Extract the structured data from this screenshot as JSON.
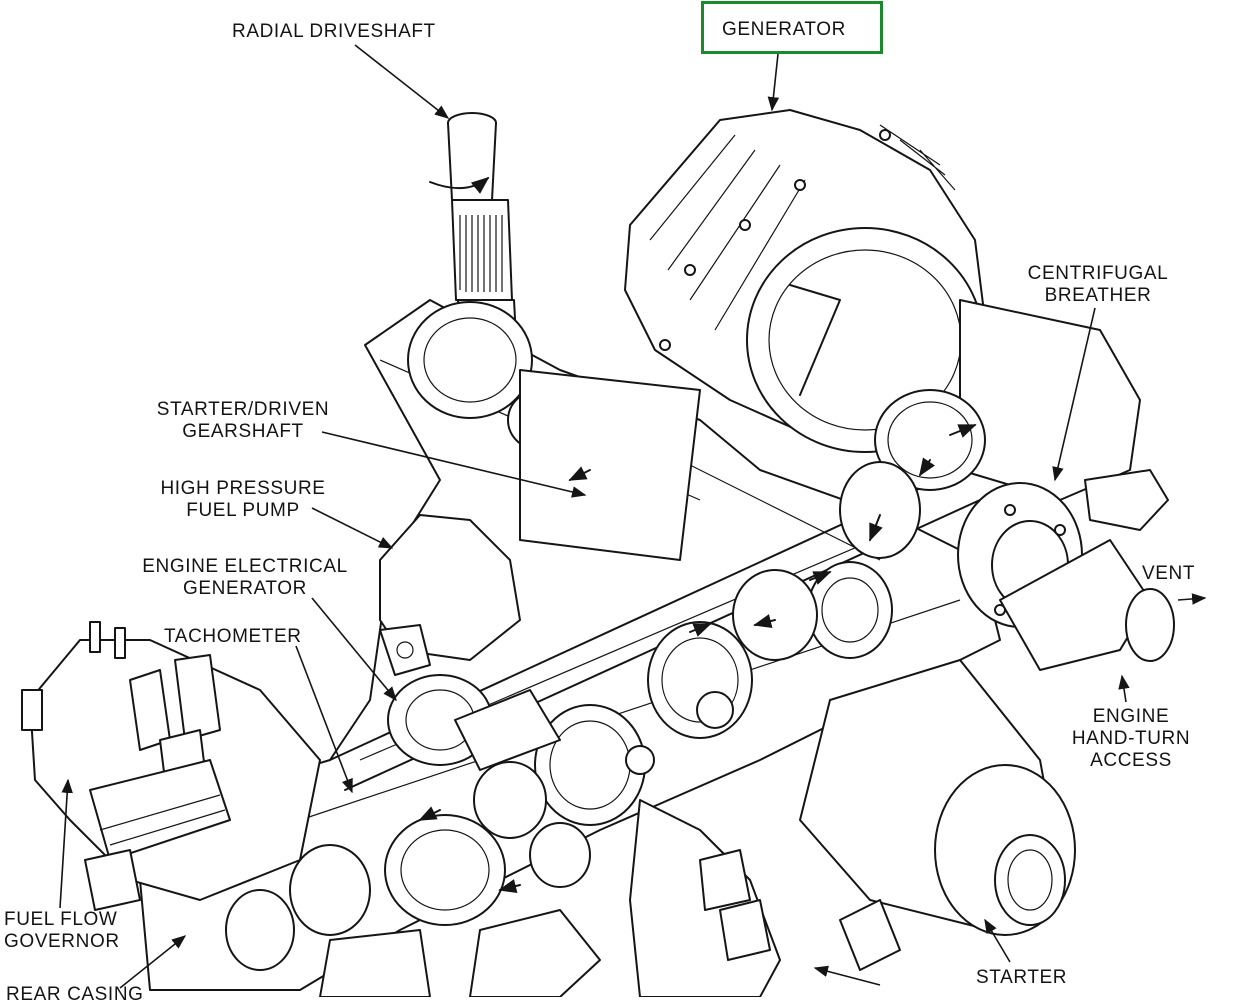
{
  "diagram": {
    "labels": {
      "radial_driveshaft": "RADIAL DRIVESHAFT",
      "generator": "GENERATOR",
      "centrifugal_breather": [
        "CENTRIFUGAL",
        "BREATHER"
      ],
      "starter_driven_gearshaft": [
        "STARTER/DRIVEN",
        "GEARSHAFT"
      ],
      "high_pressure_fuel_pump": [
        "HIGH PRESSURE",
        "FUEL PUMP"
      ],
      "engine_electrical_generator": [
        "ENGINE ELECTRICAL",
        "GENERATOR"
      ],
      "tachometer": "TACHOMETER",
      "vent": "VENT",
      "engine_hand_turn_access": [
        "ENGINE",
        "HAND-TURN",
        "ACCESS"
      ],
      "fuel_flow_governor": [
        "FUEL FLOW",
        "GOVERNOR"
      ],
      "rear_casing": "REAR CASING",
      "starter": "STARTER"
    },
    "highlight": {
      "target": "generator",
      "color": "#1c8a2c"
    },
    "line_color": "#151515",
    "background": "#ffffff"
  }
}
